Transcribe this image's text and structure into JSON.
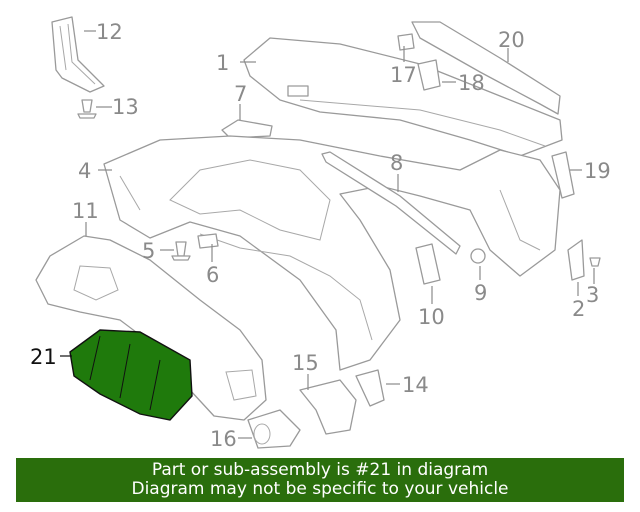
{
  "diagram": {
    "highlight_color": "#1f7a0c",
    "highlighted_part": "21",
    "callouts": [
      "1",
      "2",
      "3",
      "4",
      "5",
      "6",
      "7",
      "8",
      "9",
      "10",
      "11",
      "12",
      "13",
      "14",
      "15",
      "16",
      "17",
      "18",
      "19",
      "20",
      "21"
    ]
  },
  "banner": {
    "line1": "Part or sub-assembly is #21 in diagram",
    "line2": "Diagram may not be specific to your vehicle",
    "background": "#2a6e0c"
  }
}
